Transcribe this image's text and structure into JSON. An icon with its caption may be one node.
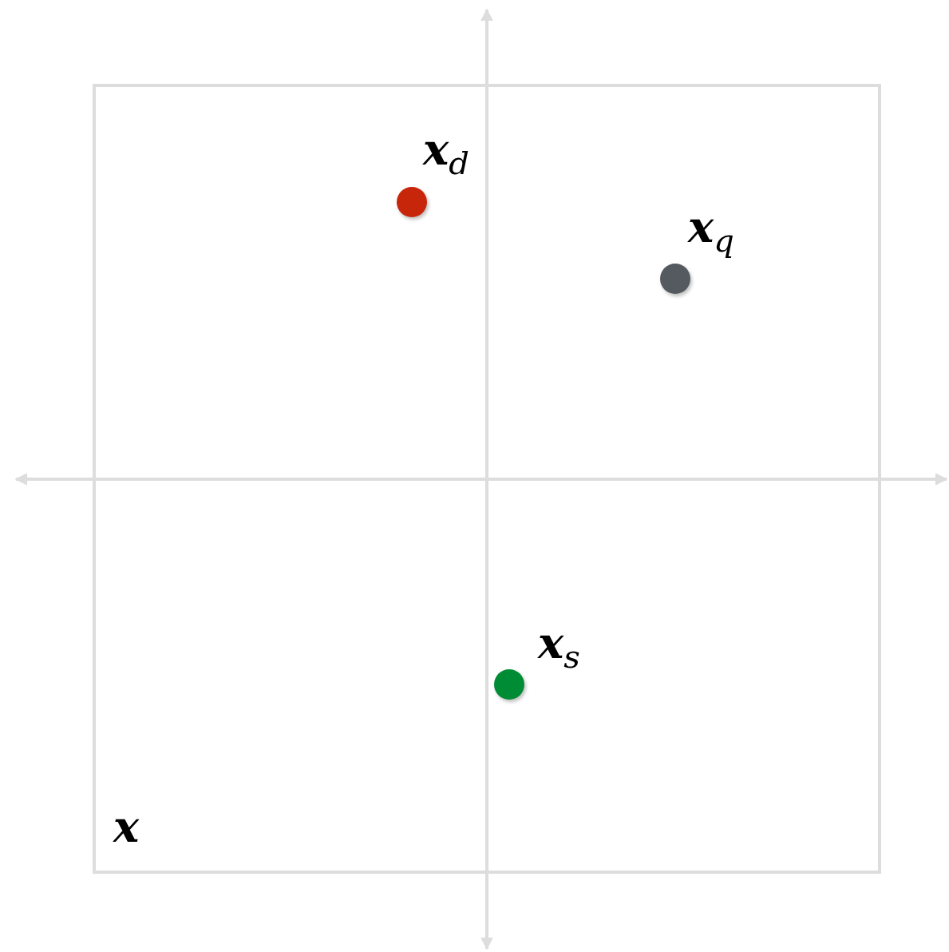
{
  "diagram": {
    "nodes": [
      {
        "text": [
          "x"
        ]
      },
      {
        "text": [],
        "shape": "circle",
        "in": 0,
        "beside": [
          "**x**$_{d}$"
        ]
      },
      {
        "text": [],
        "shape": "circle",
        "in": 0,
        "beside": [
          "**x**$_{q}$"
        ]
      },
      {
        "text": [],
        "shape": "circle",
        "in": 0,
        "beside": [
          "**x**$_{s}$"
        ]
      }
    ]
  }
}
